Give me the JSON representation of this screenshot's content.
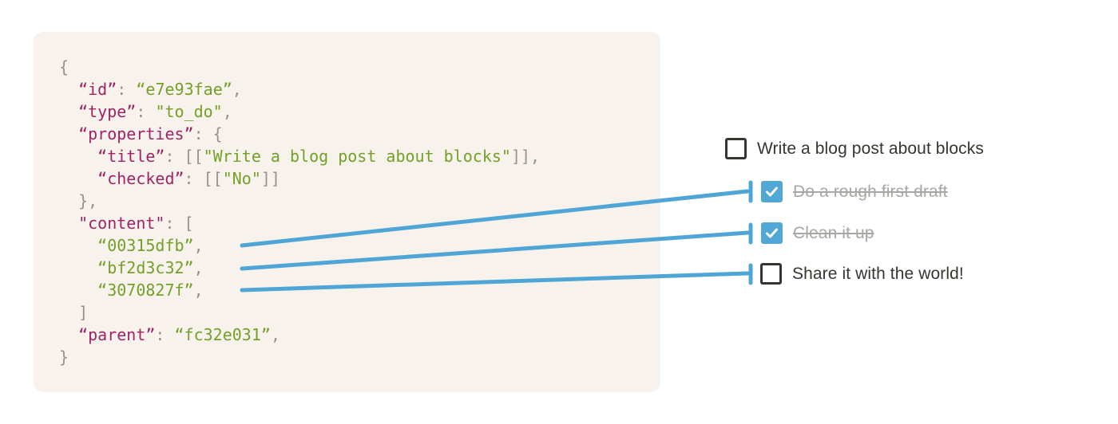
{
  "code_block": {
    "lines": [
      {
        "s": [
          [
            "p",
            "{"
          ]
        ]
      },
      {
        "s": [
          [
            "p",
            "  "
          ],
          [
            "k",
            "“id”"
          ],
          [
            "p",
            ": "
          ],
          [
            "v",
            "“e7e93fae”"
          ],
          [
            "p",
            ","
          ]
        ]
      },
      {
        "s": [
          [
            "p",
            "  "
          ],
          [
            "k",
            "“type”"
          ],
          [
            "p",
            ": "
          ],
          [
            "v",
            "\"to_do\""
          ],
          [
            "p",
            ","
          ]
        ]
      },
      {
        "s": [
          [
            "p",
            "  "
          ],
          [
            "k",
            "“properties”"
          ],
          [
            "p",
            ": {"
          ]
        ]
      },
      {
        "s": [
          [
            "p",
            "    "
          ],
          [
            "k",
            "“title”"
          ],
          [
            "p",
            ": [["
          ],
          [
            "v",
            "\"Write a blog post about blocks\""
          ],
          [
            "p",
            "]],"
          ]
        ]
      },
      {
        "s": [
          [
            "p",
            "    "
          ],
          [
            "k",
            "“checked”"
          ],
          [
            "p",
            ": [["
          ],
          [
            "v",
            "\"No\""
          ],
          [
            "p",
            "]]"
          ]
        ]
      },
      {
        "s": [
          [
            "p",
            "  },"
          ]
        ]
      },
      {
        "s": [
          [
            "p",
            "  "
          ],
          [
            "k",
            "\"content\""
          ],
          [
            "p",
            ": ["
          ]
        ]
      },
      {
        "s": [
          [
            "p",
            "    "
          ],
          [
            "v",
            "“00315dfb”"
          ],
          [
            "p",
            ","
          ]
        ]
      },
      {
        "s": [
          [
            "p",
            "    "
          ],
          [
            "v",
            "“bf2d3c32”"
          ],
          [
            "p",
            ","
          ]
        ]
      },
      {
        "s": [
          [
            "p",
            "    "
          ],
          [
            "v",
            "“3070827f”"
          ],
          [
            "p",
            ","
          ]
        ]
      },
      {
        "s": [
          [
            "p",
            "  ]"
          ]
        ]
      },
      {
        "s": [
          [
            "p",
            "  "
          ],
          [
            "k",
            "“parent”"
          ],
          [
            "p",
            ": "
          ],
          [
            "v",
            "“fc32e031”"
          ],
          [
            "p",
            ","
          ]
        ]
      },
      {
        "s": [
          [
            "p",
            "}"
          ]
        ]
      }
    ]
  },
  "todo": {
    "items": [
      {
        "label": "Write a blog post about blocks",
        "checked": false,
        "struck": false
      },
      {
        "label": "Do a rough first draft",
        "checked": true,
        "struck": true
      },
      {
        "label": "Clean it up",
        "checked": true,
        "struck": true
      },
      {
        "label": "Share it with the world!",
        "checked": false,
        "struck": false
      }
    ]
  },
  "connections": [
    {
      "from": "content.00315dfb",
      "to": "todo-item-2"
    },
    {
      "from": "content.bf2d3c32",
      "to": "todo-item-3"
    },
    {
      "from": "content.3070827f",
      "to": "todo-item-4"
    }
  ],
  "colors": {
    "code_bg": "#f7f3ec",
    "code_key": "#a02366",
    "code_value": "#73a028",
    "code_punct": "#96928c",
    "connector_blue": "#4fa6d6",
    "checkbox_checked_bg": "#51a7d5",
    "todo_text": "#37352f",
    "todo_done_text": "#a8a7a4"
  },
  "icons": {
    "checkmark": "✓"
  }
}
